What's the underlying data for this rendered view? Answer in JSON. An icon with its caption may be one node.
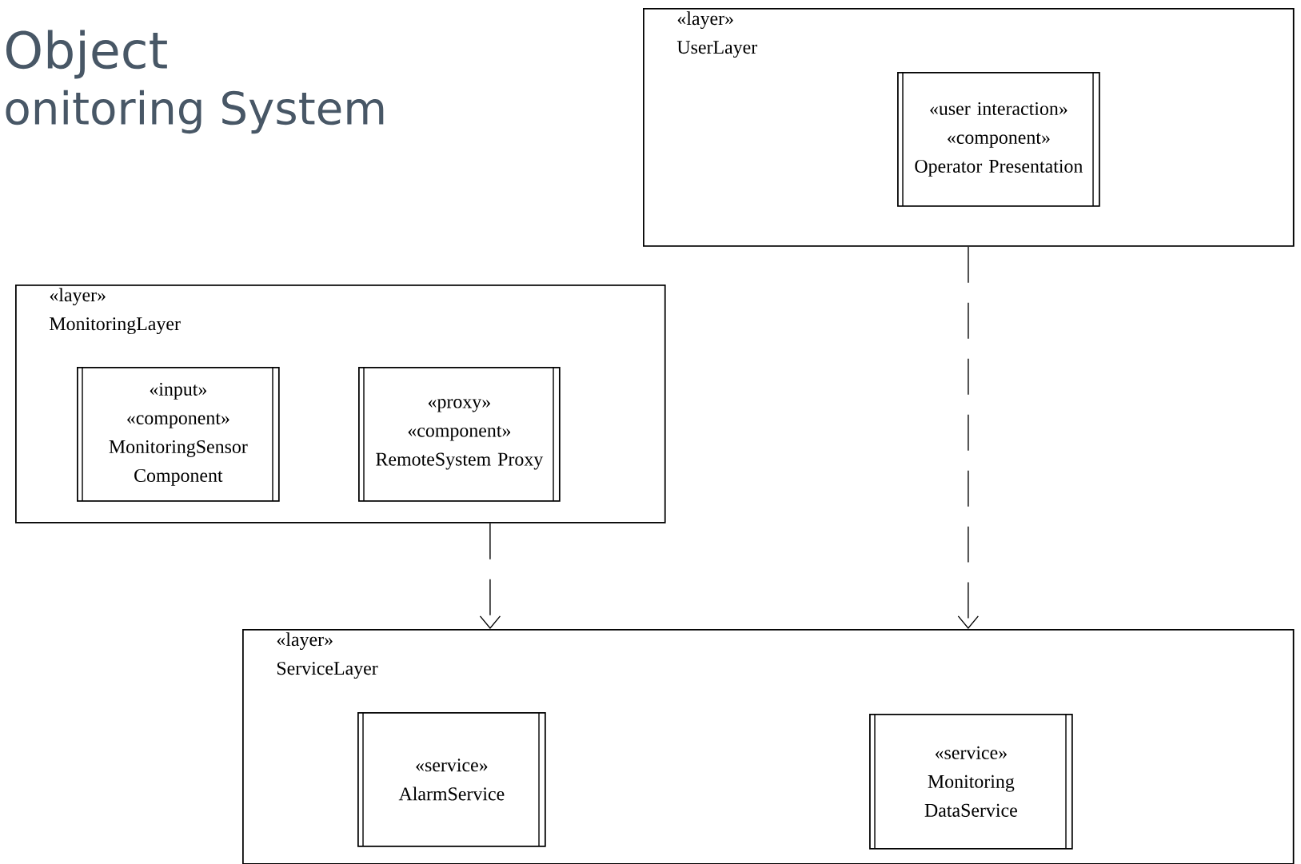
{
  "diagram": {
    "title": "Object",
    "nodes": [
      {
        "text": [
          "«layer»",
          "UserLayer"
        ]
      },
      {
        "text": [
          "«user interaction»",
          "«component»",
          "Operator Presentation"
        ],
        "in": 0
      },
      {
        "text": [
          "«layer»",
          "MonitoringLayer"
        ]
      },
      {
        "text": [
          "«input»",
          "«component»",
          "MonitoringSensor Component"
        ],
        "in": 2
      },
      {
        "text": [
          "«proxy»",
          "«component»",
          "RemoteSystem Proxy"
        ],
        "in": 2
      },
      {
        "text": [
          "«layer»",
          "ServiceLayer"
        ]
      },
      {
        "text": [
          "«service»",
          "AlarmService"
        ],
        "in": 5
      },
      {
        "text": [
          "«service»",
          "Monitoring DataService"
        ],
        "in": 5
      }
    ],
    "edges": [
      {
        "from": 2,
        "to": 5,
        "arrow": "to",
        "style": "dashed"
      },
      {
        "from": 0,
        "to": 5,
        "arrow": "to",
        "style": "dashed"
      }
    ],
    "labels": [
      "onitoring System"
    ]
  }
}
